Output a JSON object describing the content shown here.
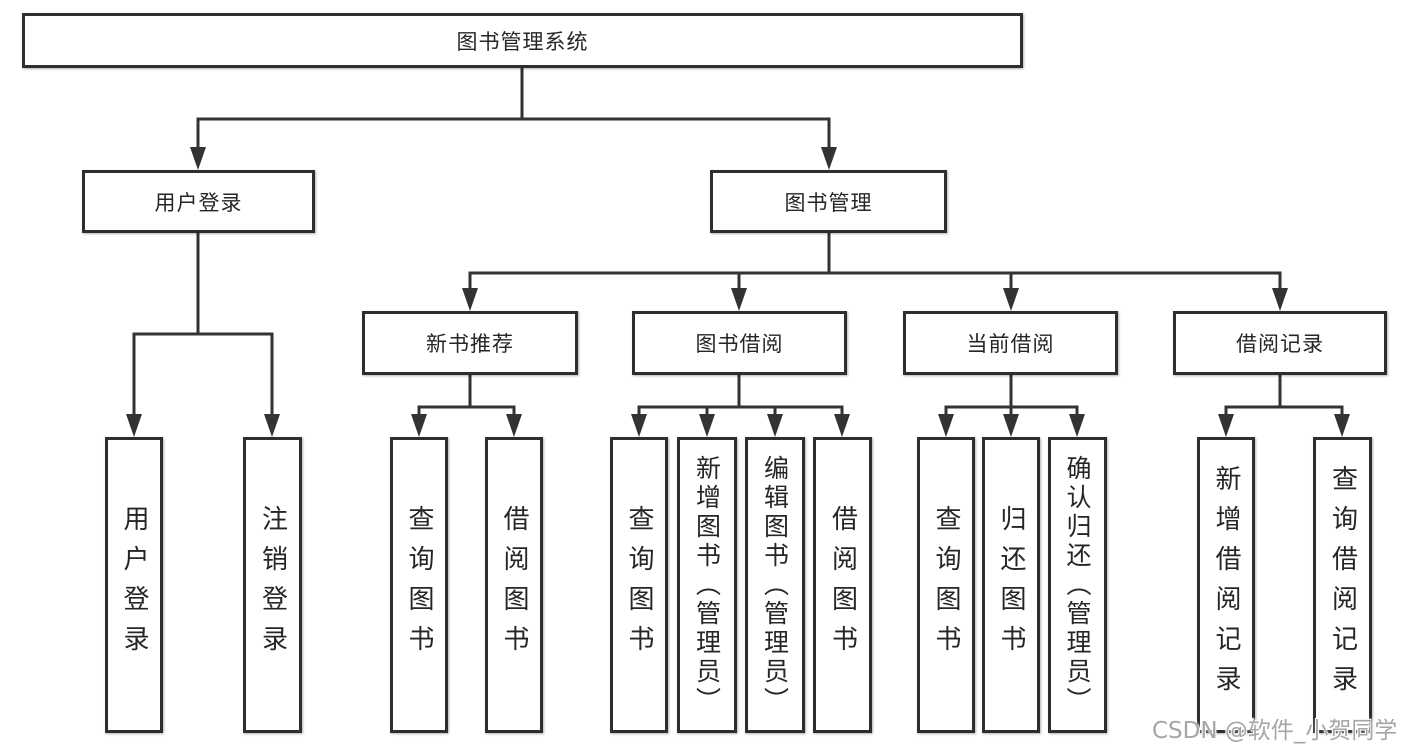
{
  "diagram": {
    "root": {
      "label": "图书管理系统"
    },
    "level2": [
      {
        "label": "用户登录"
      },
      {
        "label": "图书管理"
      }
    ],
    "level3": [
      {
        "label": "新书推荐"
      },
      {
        "label": "图书借阅"
      },
      {
        "label": "当前借阅"
      },
      {
        "label": "借阅记录"
      }
    ],
    "leaves": [
      {
        "label": "用户登录"
      },
      {
        "label": "注销登录"
      },
      {
        "label": "查询图书"
      },
      {
        "label": "借阅图书"
      },
      {
        "label": "查询图书"
      },
      {
        "label": "新增图书（管理员）"
      },
      {
        "label": "编辑图书（管理员）"
      },
      {
        "label": "借阅图书"
      },
      {
        "label": "查询图书"
      },
      {
        "label": "归还图书"
      },
      {
        "label": "确认归还（管理员）"
      },
      {
        "label": "新增借阅记录"
      },
      {
        "label": "查询借阅记录"
      }
    ]
  },
  "watermark": {
    "text": "CSDN @软件_小贺同学"
  },
  "colors": {
    "line": "#333333",
    "box_border": "#2e2e2e",
    "text": "#262626",
    "watermark": "#a6a6a6",
    "background": "#ffffff"
  }
}
